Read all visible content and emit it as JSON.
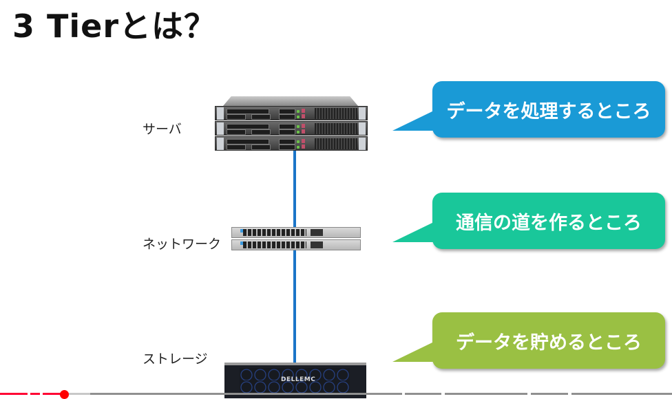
{
  "slide": {
    "title": "3 Tierとは？",
    "tiers": [
      {
        "label": "サーバ",
        "device_icon": "rack-server-icon",
        "callout": "データを処理するところ",
        "callout_color": "#1a9ad6"
      },
      {
        "label": "ネットワーク",
        "device_icon": "network-switch-icon",
        "callout": "通信の道を作るところ",
        "callout_color": "#19c79a"
      },
      {
        "label": "ストレージ",
        "device_icon": "storage-array-icon",
        "callout": "データを貯めるところ",
        "callout_color": "#9ac043"
      }
    ],
    "storage_brand": "DELLEMC",
    "link_color": "#1b75c8"
  },
  "player": {
    "played_color": "#ff0033",
    "track_color": "#909090",
    "buffered_color": "#c8c8c8",
    "progress_fraction": 0.095,
    "buffered_fraction": 0.134
  }
}
